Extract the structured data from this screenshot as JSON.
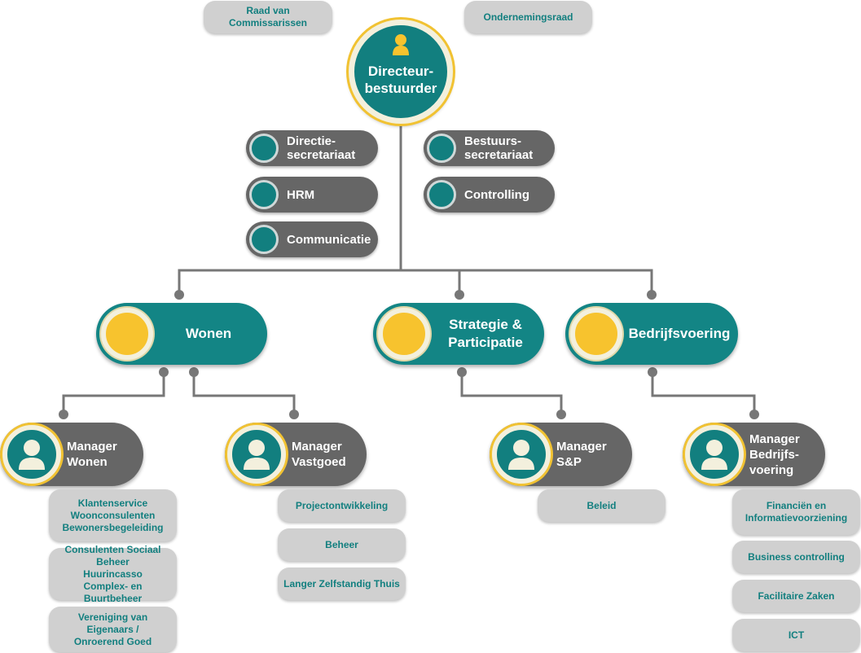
{
  "governance": {
    "supervisory_board": "Raad van Commissarissen",
    "works_council": "Ondernemingsraad"
  },
  "director": {
    "label": "Directeur-\nbestuurder"
  },
  "staff": {
    "left": [
      "Directie-\nsecretariaat",
      "HRM",
      "Communicatie"
    ],
    "right": [
      "Bestuurs-\nsecretariaat",
      "Controlling"
    ]
  },
  "departments": [
    "Wonen",
    "Strategie &\nParticipatie",
    "Bedrijfsvoering"
  ],
  "managers": [
    {
      "label": "Manager\nWonen",
      "teams": [
        "Klantenservice\nWoonconsulenten\nBewonersbegeleiding",
        "Consulenten Sociaal Beheer\nHuurincasso\nComplex- en Buurtbeheer",
        "Vereniging van Eigenaars /\nOnroerend Goed"
      ]
    },
    {
      "label": "Manager\nVastgoed",
      "teams": [
        "Projectontwikkeling",
        "Beheer",
        "Langer Zelfstandig Thuis"
      ]
    },
    {
      "label": "Manager\nS&P",
      "teams": [
        "Beleid"
      ]
    },
    {
      "label": "Manager\nBedrijfs-\nvoering",
      "teams": [
        "Financiën en\nInformatievoorziening",
        "Business controlling",
        "Facilitaire Zaken",
        "ICT"
      ]
    }
  ],
  "colors": {
    "teal": "#138585",
    "grey_dark": "#666666",
    "grey_light": "#d0d0d0",
    "yellow": "#f7c32e",
    "connector": "#777777"
  }
}
